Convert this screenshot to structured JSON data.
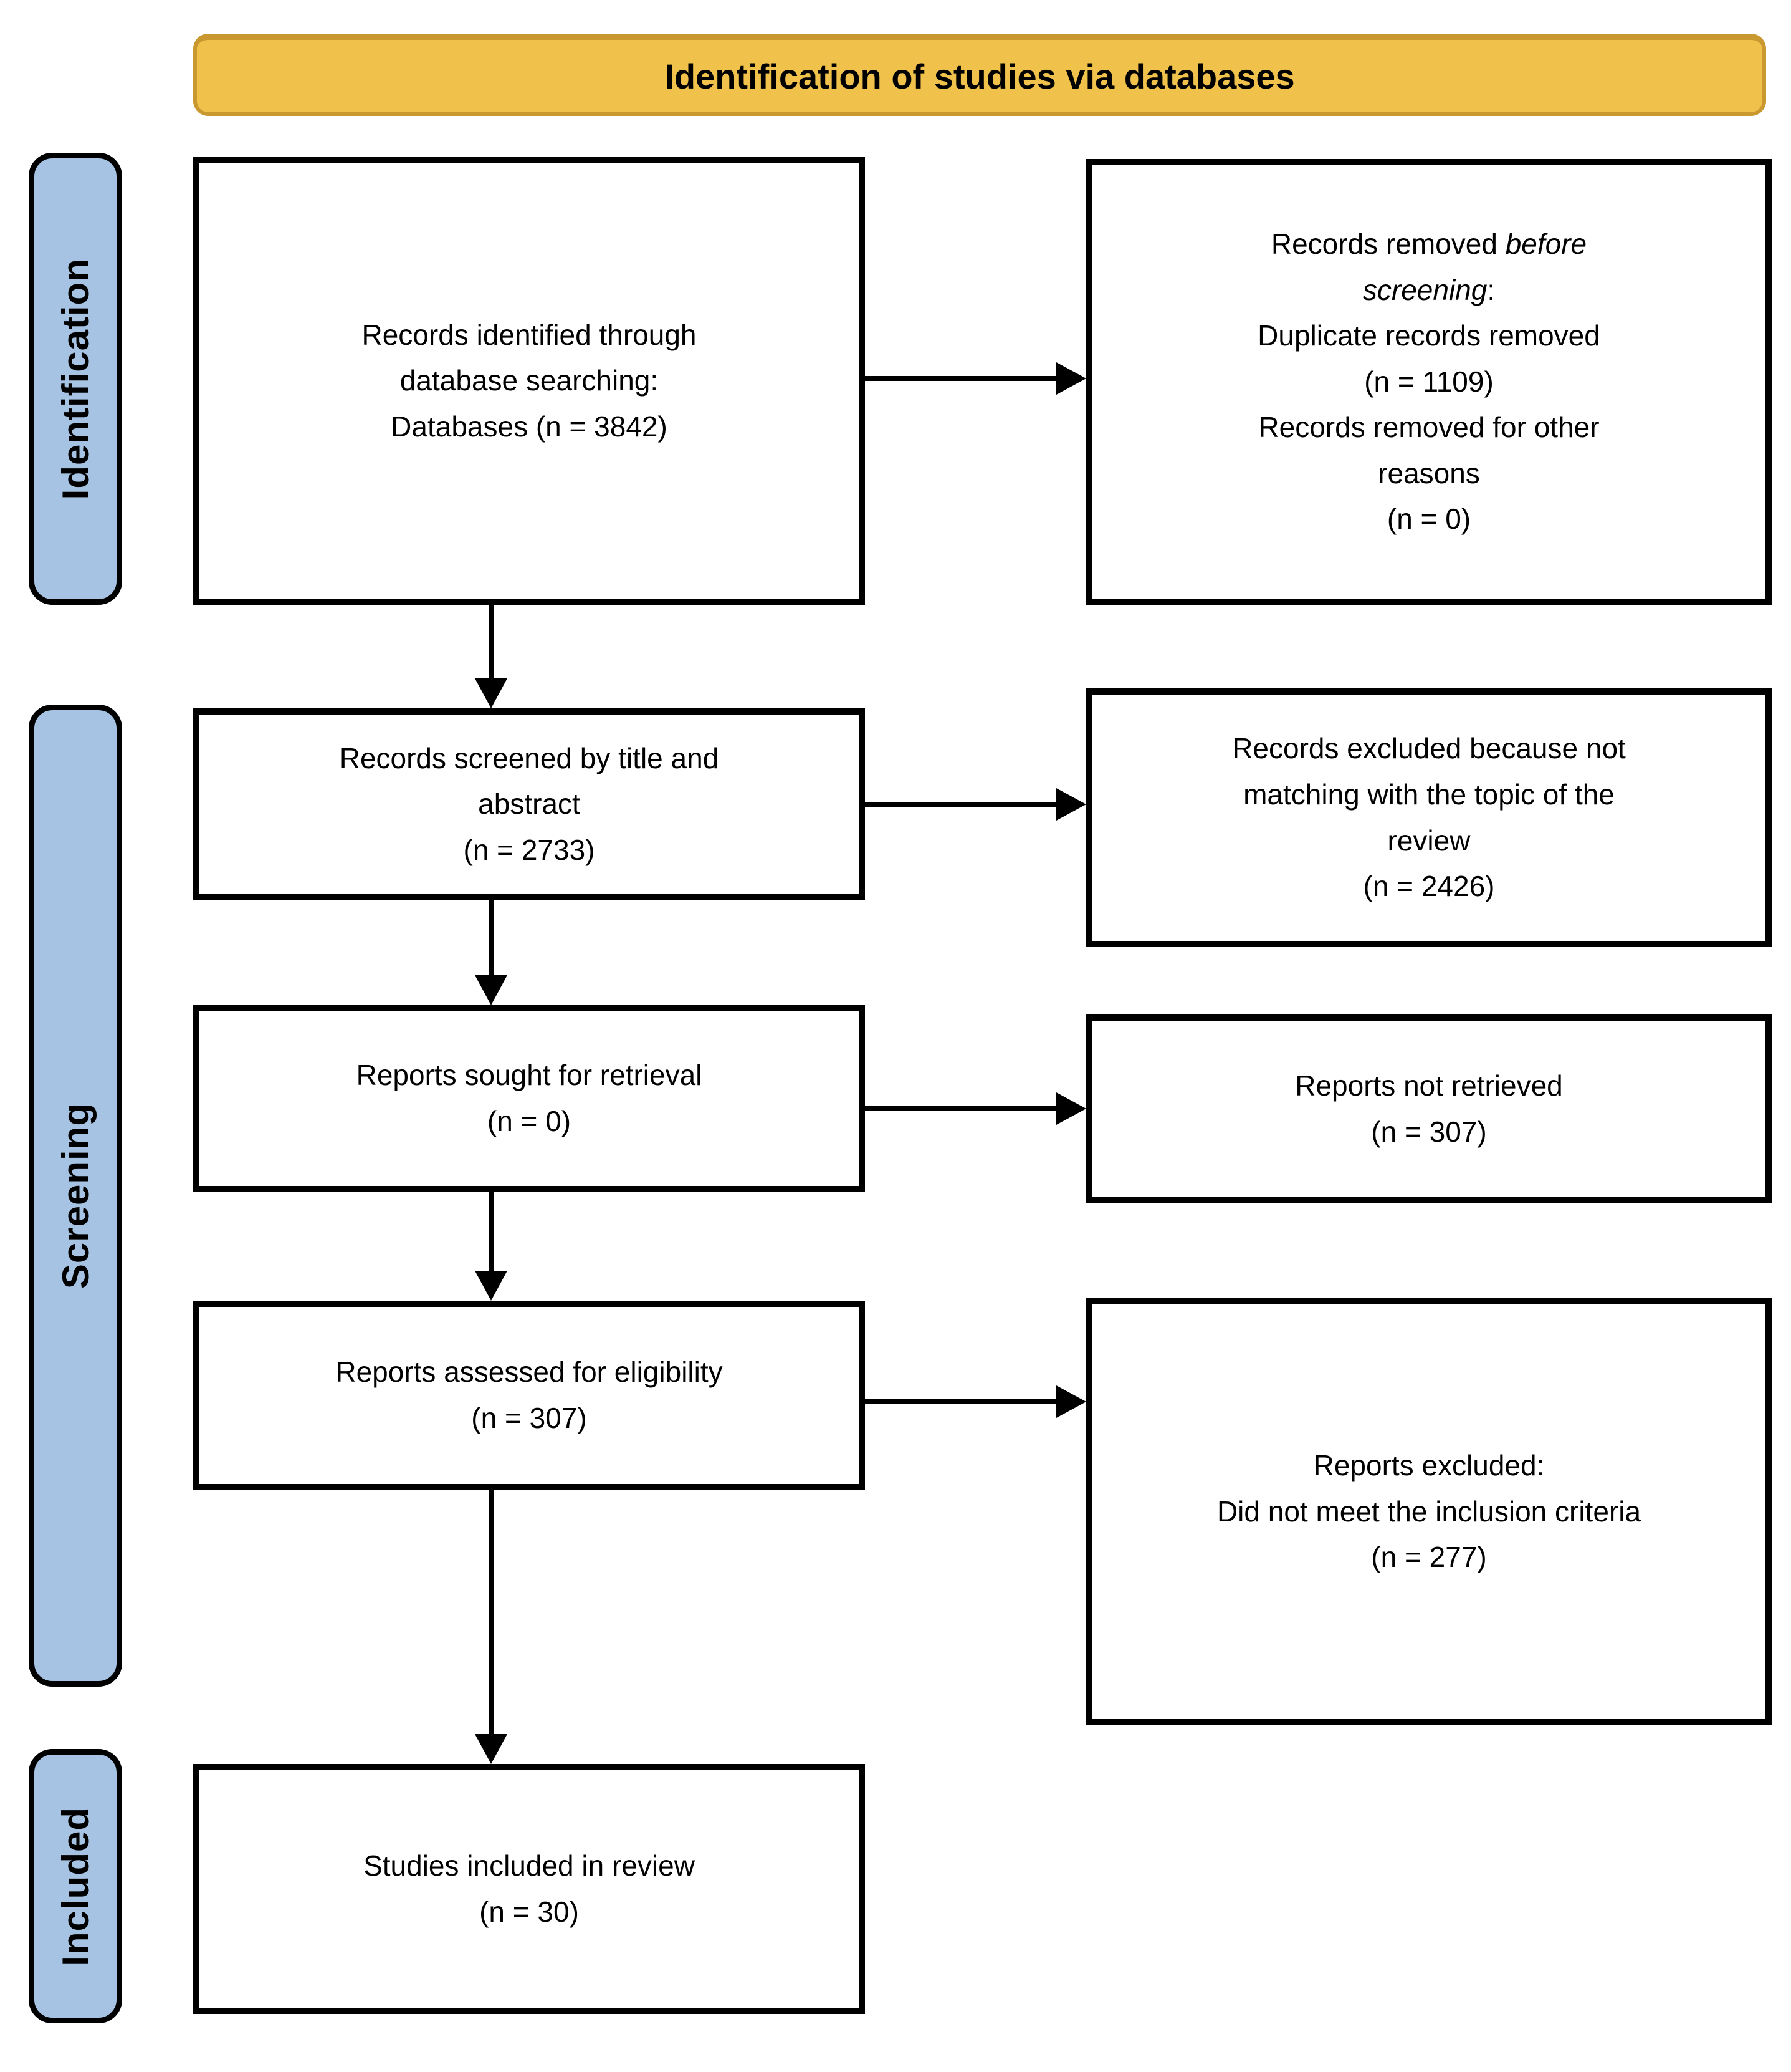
{
  "banner": {
    "title": "Identification of studies via databases"
  },
  "sidebar": {
    "identification": {
      "label": "Identification"
    },
    "screening": {
      "label": "Screening"
    },
    "included": {
      "label": "Included"
    }
  },
  "boxes": {
    "records_identified": {
      "lines": [
        "Records identified through",
        "database searching:",
        "Databases (n = 3842)"
      ]
    },
    "records_removed": {
      "lines": [
        {
          "pre": "Records removed ",
          "italic": "before",
          "post": ""
        },
        {
          "pre": "",
          "italic": "screening",
          "post": ":"
        },
        "Duplicate records removed",
        "(n = 1109)",
        "Records removed for other",
        "reasons",
        "(n = 0)"
      ]
    },
    "records_screened": {
      "lines": [
        "Records screened by title and",
        "abstract",
        "(n = 2733)"
      ]
    },
    "records_excluded": {
      "lines": [
        "Records excluded because not",
        "matching with the topic of the",
        "review",
        "(n = 2426)"
      ]
    },
    "reports_sought": {
      "lines": [
        "Reports sought for retrieval",
        "(n = 0)"
      ]
    },
    "reports_not_retrieved": {
      "lines": [
        "Reports not retrieved",
        "(n = 307)"
      ]
    },
    "reports_assessed": {
      "lines": [
        "Reports assessed for eligibility",
        "(n = 307)"
      ]
    },
    "reports_excluded": {
      "lines": [
        "Reports excluded:",
        "Did not meet the inclusion criteria",
        "(n = 277)"
      ]
    },
    "studies_included": {
      "lines": [
        "Studies included in review",
        "(n = 30)"
      ]
    }
  },
  "colors": {
    "banner_fill": "#F0C24C",
    "banner_border": "#C9982F",
    "stage_fill": "#A6C3E3",
    "box_border": "#000000",
    "arrow_color": "#000000",
    "text_color": "#000000",
    "background": "#FFFFFF"
  }
}
